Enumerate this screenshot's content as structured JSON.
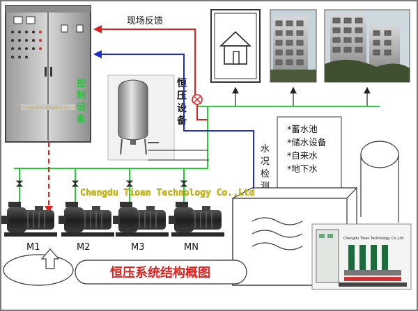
{
  "labels": {
    "feedback": "现场反馈",
    "cabinet_v": "控制设备",
    "cabinet_small": "Chengdu Tioan Technology Co.,ltd.",
    "tank_v": "恒压设备",
    "water_v": "水况检测",
    "sources": [
      "*蓄水池",
      "*储水设备",
      "*自来水",
      "*地下水"
    ],
    "company": "Chengdu Tioan Technology Co.,Ltd",
    "pumps": [
      "M1",
      "M2",
      "M3",
      "MN"
    ],
    "title": "恒压系统结构概图",
    "skid_text": "Chengdu Tioan Technology Co.,Ltd"
  },
  "colors": {
    "feedback_red": "#e0201c",
    "signal_blue": "#1a2fc8",
    "water_green": "#22cc33",
    "title_red": "#e0201c",
    "company_yellow": "#d8c400"
  }
}
